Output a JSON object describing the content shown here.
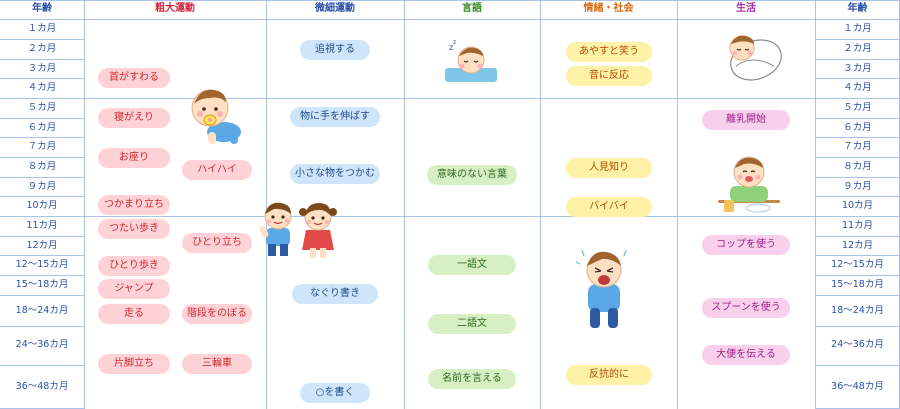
{
  "headers": {
    "age_left": "年齢",
    "gross_motor": "粗大運動",
    "fine_motor": "微細運動",
    "language": "言語",
    "social": "情緒・社会",
    "life": "生活",
    "age_right": "年齢"
  },
  "ages": [
    "１カ月",
    "２カ月",
    "３カ月",
    "４カ月",
    "５カ月",
    "６カ月",
    "７カ月",
    "８カ月",
    "９カ月",
    "10カ月",
    "11カ月",
    "12カ月",
    "12～15カ月",
    "15～18カ月",
    "18～24カ月",
    "24～36カ月",
    "36～48カ月"
  ],
  "gross": [
    "首がすわる",
    "寝がえり",
    "お座り",
    "ハイハイ",
    "つかまり立ち",
    "つたい歩き",
    "ひとり立ち",
    "ひとり歩き",
    "ジャンプ",
    "走る",
    "階段をのぼる",
    "片脚立ち",
    "三輪車"
  ],
  "fine": [
    "追視する",
    "物に手を伸ばす",
    "小さな物をつかむ",
    "なぐり書き",
    "○を書く"
  ],
  "language": [
    "意味のない言葉",
    "一語文",
    "二語文",
    "名前を言える"
  ],
  "social": [
    "あやすと笑う",
    "音に反応",
    "人見知り",
    "バイバイ",
    "反抗的に"
  ],
  "life": [
    "離乳開始",
    "コップを使う",
    "スプーンを使う",
    "大便を伝える"
  ],
  "colors": {
    "header_gross": "#d6243b",
    "header_fine": "#2c4fa8",
    "header_language": "#3a8a2a",
    "header_social": "#d86a10",
    "header_life": "#a12ba0",
    "age_text": "#2c4fa8",
    "grid": "#a9c4ea",
    "pill_red": "#ffd2d8",
    "pill_blue": "#cfe6fa",
    "pill_green": "#d6f0c4",
    "pill_yellow": "#fff1a6",
    "pill_pink": "#f8d0ec"
  },
  "icons": [
    "crawling-baby-icon",
    "sleeping-baby-icon",
    "swaddled-baby-icon",
    "eating-baby-icon",
    "toddler-boy-icon",
    "toddler-girl-icon",
    "crying-baby-icon"
  ]
}
